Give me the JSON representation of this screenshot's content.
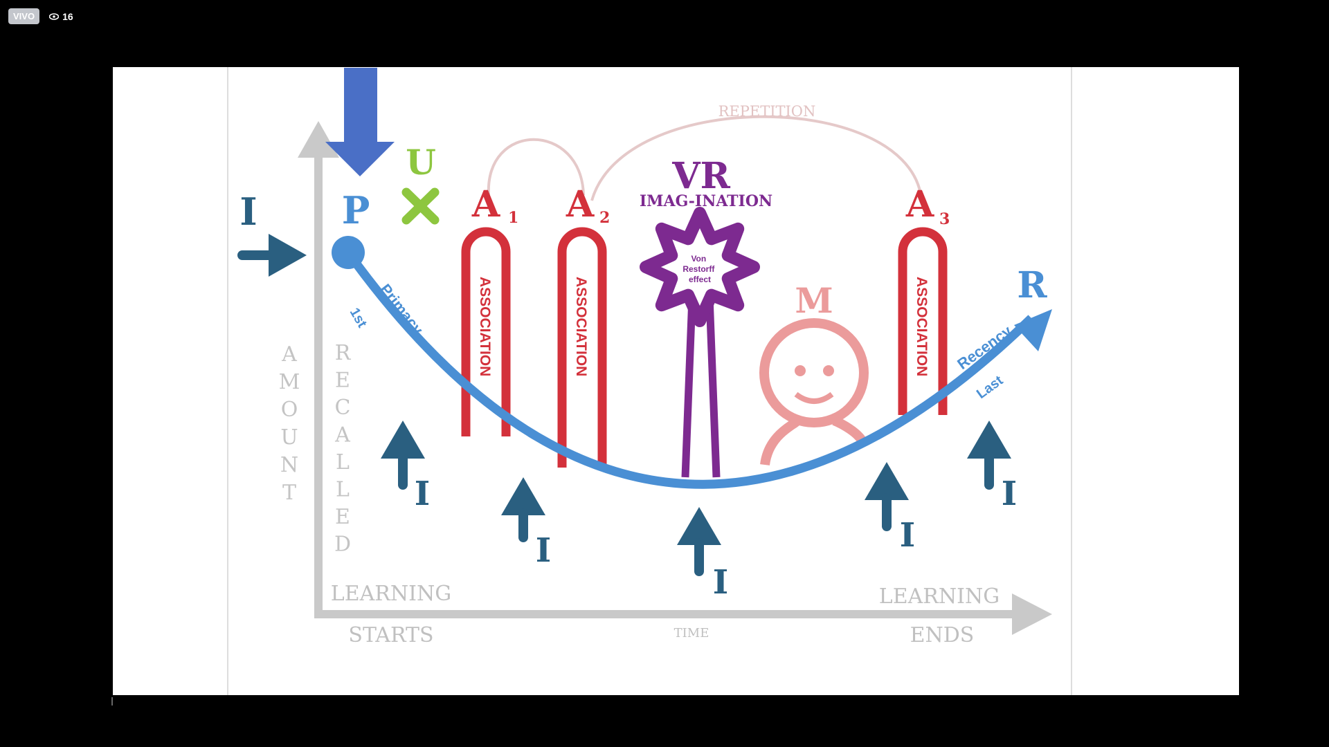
{
  "overlay": {
    "badge": "VIVO",
    "viewer_count": "16"
  },
  "diagram": {
    "input_left": "I",
    "primacy_letter": "P",
    "u_letter": "U",
    "a1": "A",
    "a1_sub": "1",
    "a2": "A",
    "a2_sub": "2",
    "a3": "A",
    "a3_sub": "3",
    "repetition": "REPETITION",
    "vr": "VR",
    "imagination": "IMAG-INATION",
    "star_lines": [
      "Von",
      "Restorff",
      "effect"
    ],
    "association": "ASSOCIATION",
    "m_letter": "M",
    "r_letter": "R",
    "curve_labels": {
      "first": "1st",
      "primacy": "Primacy",
      "recency": "Recency",
      "last": "Last"
    },
    "y_axis_words": [
      "AMOUNT",
      "RECALLED"
    ],
    "amount_letters": [
      "A",
      "M",
      "O",
      "U",
      "N",
      "T"
    ],
    "recalled_letters": [
      "R",
      "E",
      "C",
      "A",
      "L",
      "L",
      "E",
      "D"
    ],
    "learning_start": "LEARNING",
    "starts": "STARTS",
    "learning_end": "LEARNING",
    "ends": "ENDS",
    "time": "TIME",
    "interference_label": "I",
    "colors": {
      "blue": "#4a8fd4",
      "red": "#d3313b",
      "purple": "#7d2a90",
      "dark": "#2a5f80",
      "gray": "#c9c9c9",
      "green": "#8dc63f",
      "pink": "#eb9b9b"
    }
  }
}
